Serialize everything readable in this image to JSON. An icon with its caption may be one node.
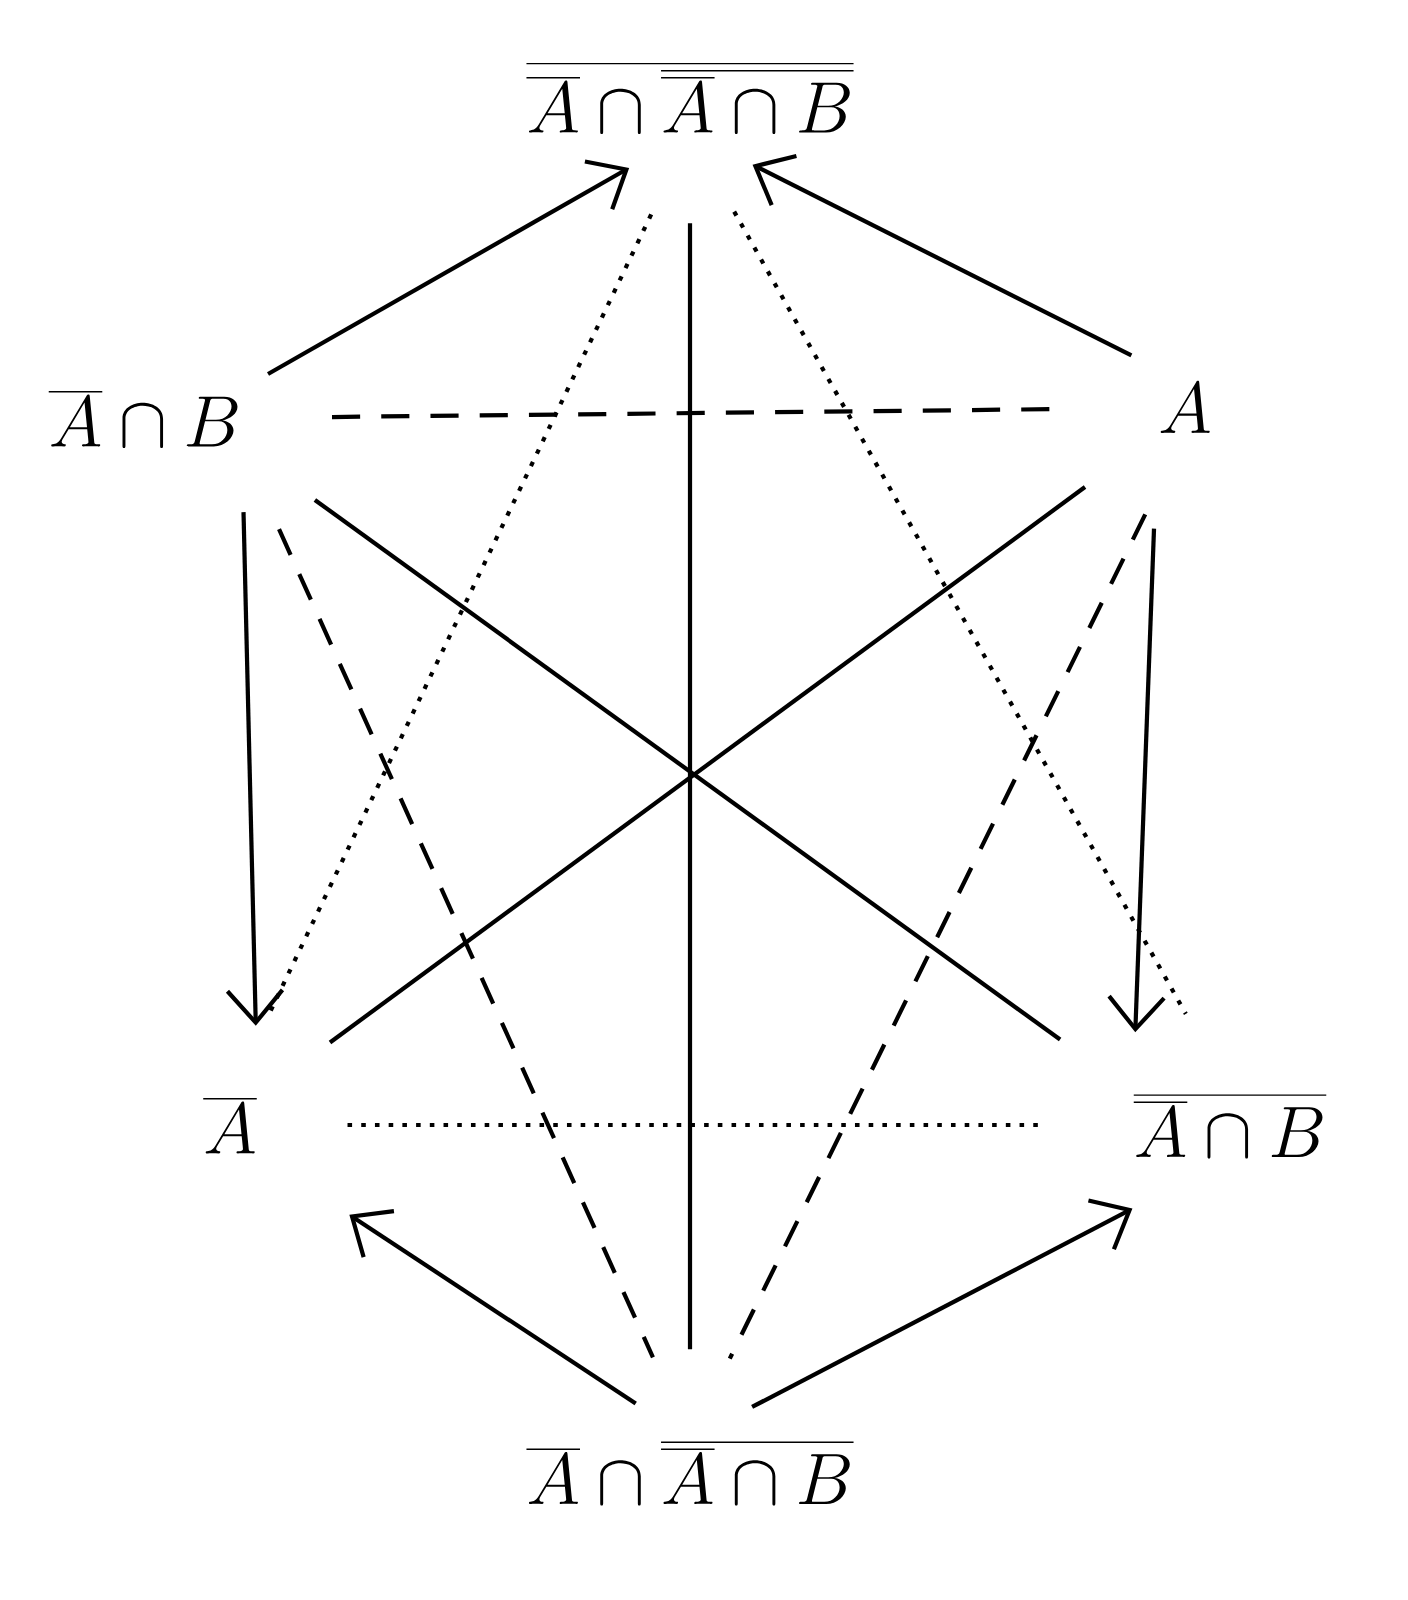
{
  "diagram": {
    "nodes": [
      {
        "text": [
          "\\overline{\\overline{A} \\cap \\overline{\\overline{A} \\cap B}}"
        ]
      },
      {
        "text": [
          "\\overline{A} \\cap B"
        ]
      },
      {
        "text": [
          "A"
        ]
      },
      {
        "text": [
          "\\overline{A}"
        ]
      },
      {
        "text": [
          "\\overline{\\overline{A} \\cap B}"
        ]
      },
      {
        "text": [
          "\\overline{A} \\cap \\overline{\\overline{A} \\cap B}"
        ]
      }
    ],
    "edges": [
      {
        "from": 1,
        "to": 0,
        "arrow": "to"
      },
      {
        "from": 2,
        "to": 0,
        "arrow": "to"
      },
      {
        "from": 1,
        "to": 3,
        "arrow": "to"
      },
      {
        "from": 2,
        "to": 4,
        "arrow": "to"
      },
      {
        "from": 5,
        "to": 3,
        "arrow": "to"
      },
      {
        "from": 5,
        "to": 4,
        "arrow": "to"
      },
      {
        "from": 0,
        "to": 5,
        "arrow": "none"
      },
      {
        "from": 1,
        "to": 4,
        "arrow": "none"
      },
      {
        "from": 2,
        "to": 3,
        "arrow": "none"
      },
      {
        "from": 1,
        "to": 2,
        "arrow": "none",
        "style": "dashed"
      },
      {
        "from": 1,
        "to": 5,
        "arrow": "none",
        "style": "dashed"
      },
      {
        "from": 2,
        "to": 5,
        "arrow": "none",
        "style": "dashed"
      },
      {
        "from": 0,
        "to": 3,
        "arrow": "none",
        "style": "dashed"
      },
      {
        "from": 0,
        "to": 4,
        "arrow": "none",
        "style": "dashed"
      },
      {
        "from": 3,
        "to": 4,
        "arrow": "none",
        "style": "dashed"
      }
    ]
  }
}
